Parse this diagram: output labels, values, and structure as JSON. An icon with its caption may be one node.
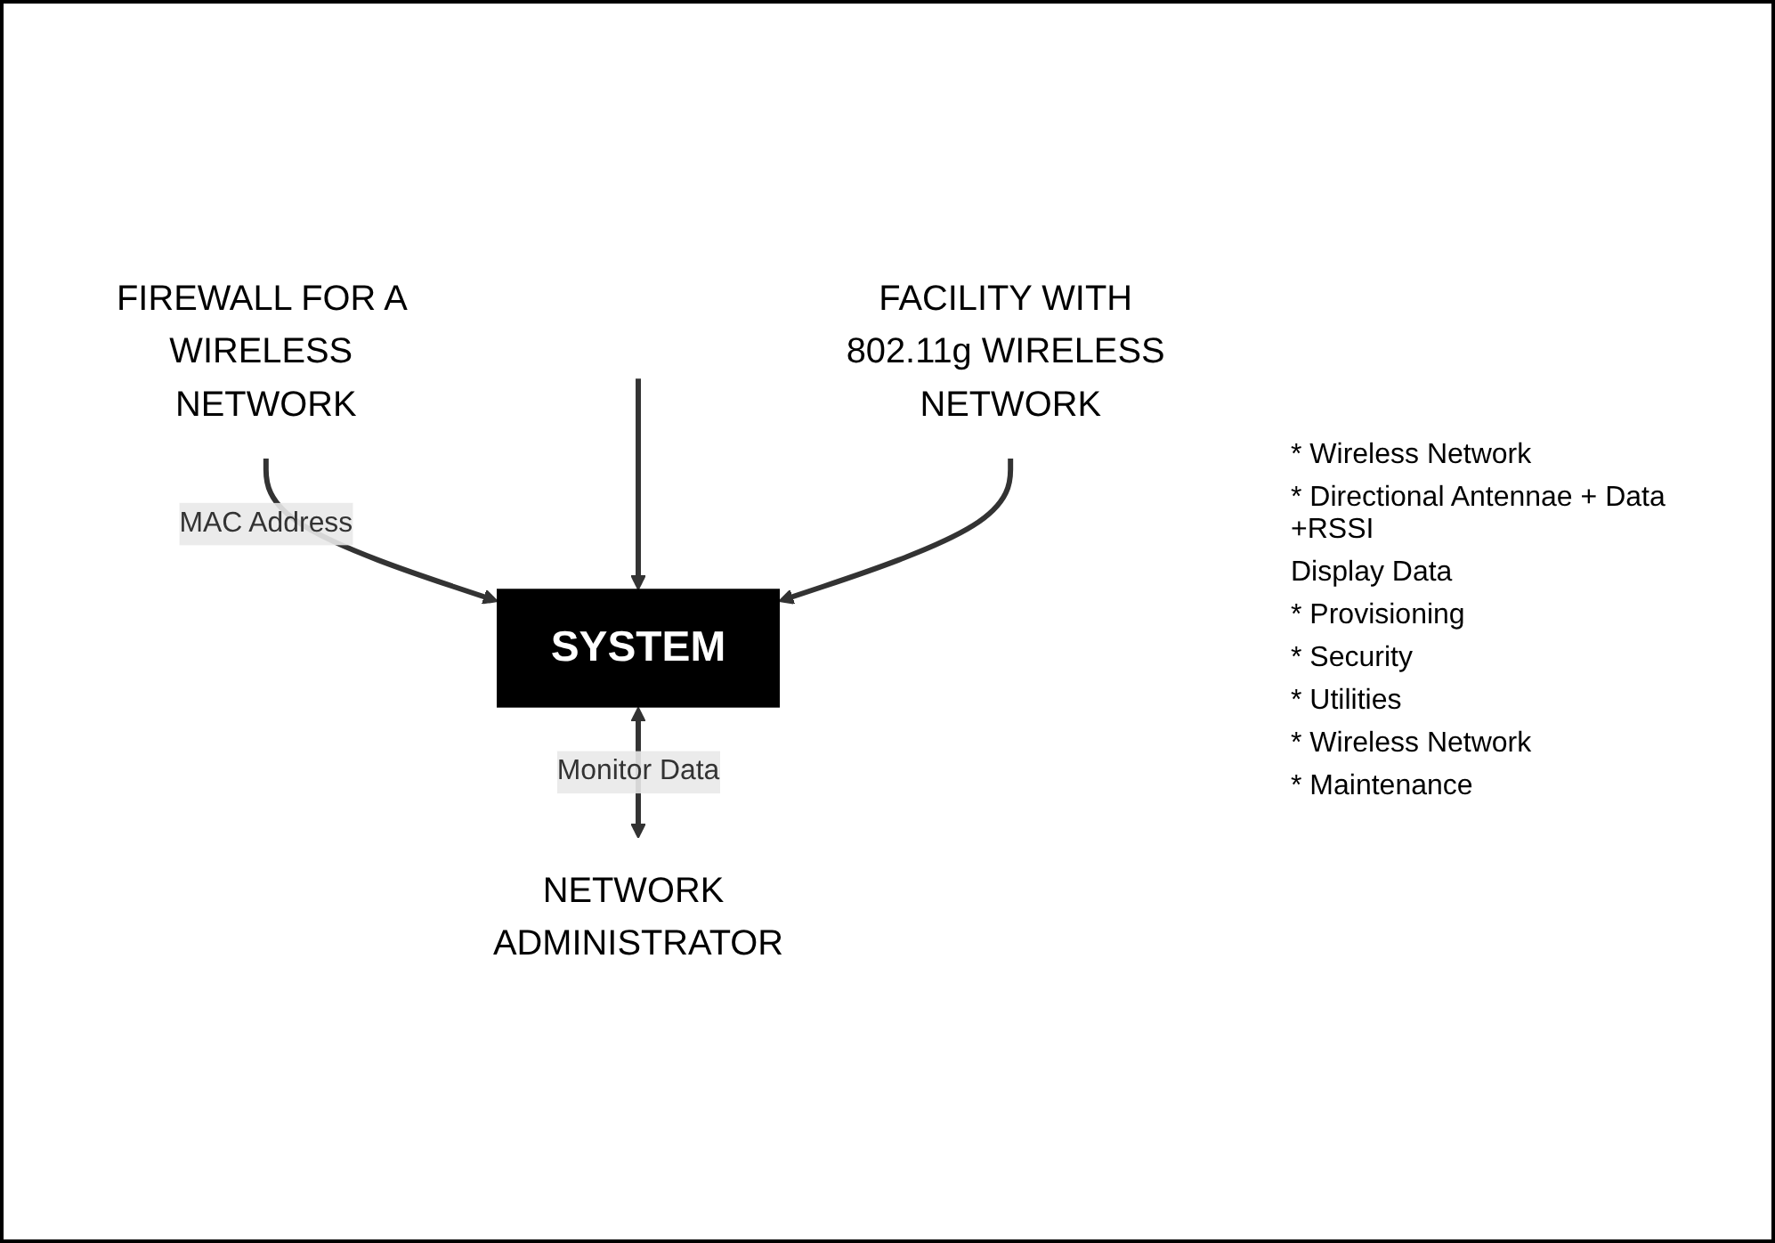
{
  "diagram": {
    "nodes": [
      {
        "text": [
          "FIREWALL FOR A WIRELESS NETWORK"
        ]
      },
      {
        "text": [
          "SYSTEM"
        ]
      },
      {
        "text": [
          "NETWORK ADMINISTRATOR"
        ]
      },
      {
        "text": [
          "FACILITY WITH 802.11g WIRELESS NETWORK"
        ]
      }
    ],
    "edges": [
      {
        "from": 0,
        "to": 1,
        "arrow": "to",
        "label": "MAC Address"
      },
      {
        "from": null,
        "to": 1,
        "arrow": "to"
      },
      {
        "from": 1,
        "to": 2,
        "arrow": "both",
        "label": "Monitor Data"
      },
      {
        "from": 3,
        "to": 1,
        "arrow": "to"
      }
    ],
    "labels": [
      "* Wireless Network",
      "* Directional Antennae + Data +RSSI",
      "Display Data",
      "* Provisioning",
      "* Security",
      "* Utilities",
      "* Wireless Network",
      "* Maintenance"
    ]
  }
}
